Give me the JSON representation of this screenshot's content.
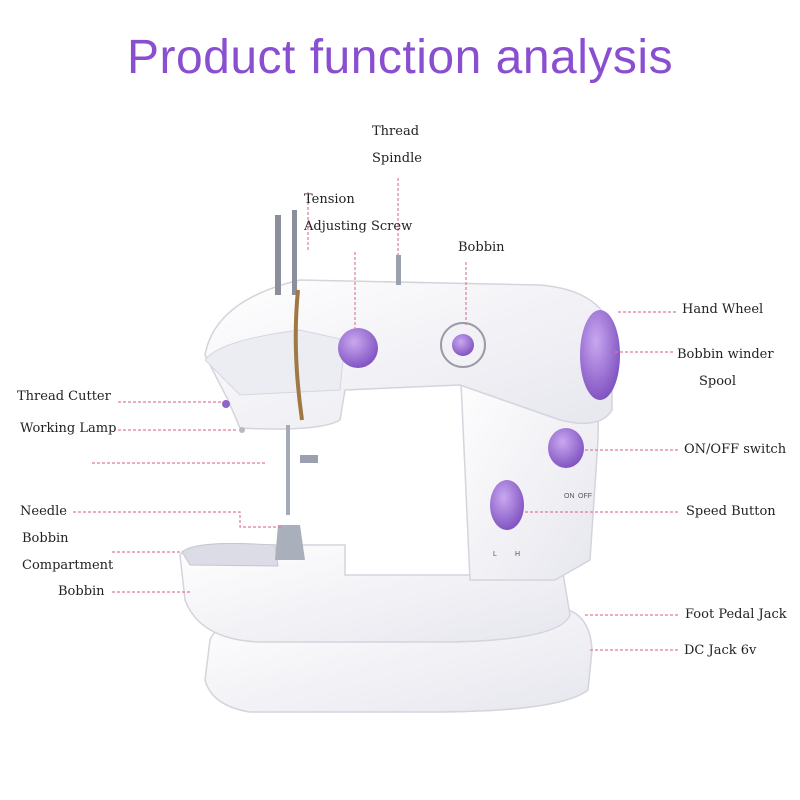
{
  "title": "Product function analysis",
  "colors": {
    "title": "#8a4fd0",
    "accent": "#8f63c9",
    "leader": "#e07a9c",
    "body": "#f4f4f8"
  },
  "labels": {
    "thread_spindle": [
      "Thread",
      "Spindle"
    ],
    "tension_screw": [
      "Tension",
      "Adjusting Screw"
    ],
    "bobbin_top": "Bobbin",
    "hand_wheel": "Hand Wheel",
    "bobbin_winder": [
      "Bobbin winder",
      "Spool"
    ],
    "thread_cutter": "Thread Cutter",
    "working_lamp": "Working Lamp",
    "on_off_switch": "ON/OFF switch",
    "needle": "Needle",
    "bobbin_compartment": [
      "Bobbin",
      "Compartment"
    ],
    "speed_button": "Speed Button",
    "bobbin_bottom": "Bobbin",
    "foot_pedal_jack": "Foot Pedal Jack",
    "dc_jack": "DC Jack 6v"
  },
  "machine_marks": {
    "on_text": "ON",
    "off_text": "OFF",
    "low_text": "L",
    "high_text": "H"
  }
}
